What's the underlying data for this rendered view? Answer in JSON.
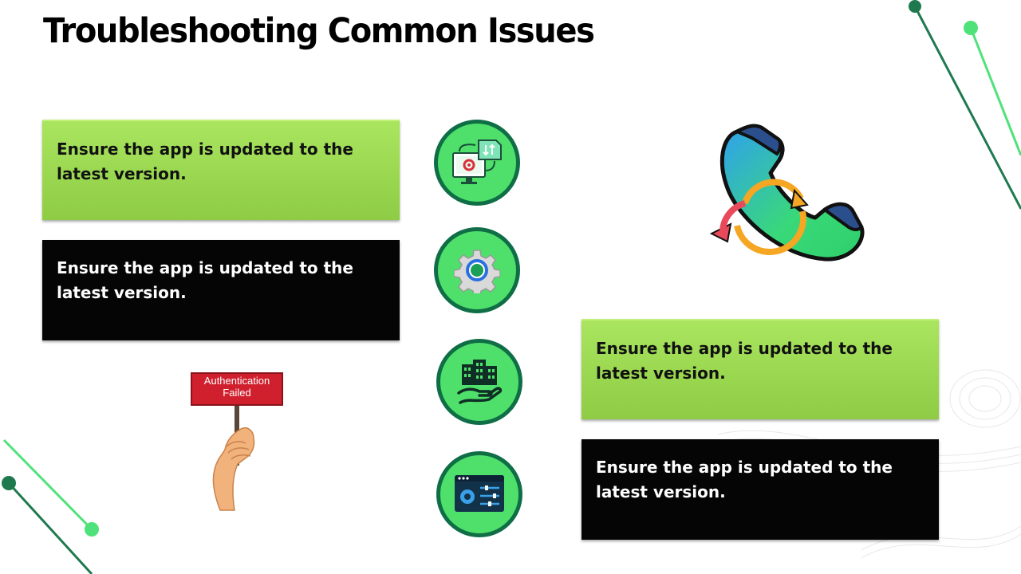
{
  "slide": {
    "title": "Troubleshooting Common Issues"
  },
  "boxes": [
    {
      "text_line1": "Ensure the app is updated to the",
      "text_line2": "latest version.",
      "style": "green"
    },
    {
      "text_line1": "Ensure the app is updated to the",
      "text_line2": "latest version.",
      "style": "black"
    },
    {
      "text_line1": "Ensure the app is updated to the",
      "text_line2": "latest version.",
      "style": "green"
    },
    {
      "text_line1": "Ensure the app is updated to the",
      "text_line2": "latest version.",
      "style": "black"
    }
  ],
  "sign": {
    "line1": "Authentication",
    "line2": "Failed"
  },
  "icons": [
    "computer-sync-icon",
    "gear-icon",
    "building-hand-icon",
    "settings-panel-icon",
    "phone-refresh-icon"
  ],
  "colors": {
    "accent_dark": "#0f6e46",
    "accent_light": "#4ee06a",
    "box_green": "#9ad84f",
    "box_black": "#050505",
    "sign_red": "#d0202e"
  }
}
